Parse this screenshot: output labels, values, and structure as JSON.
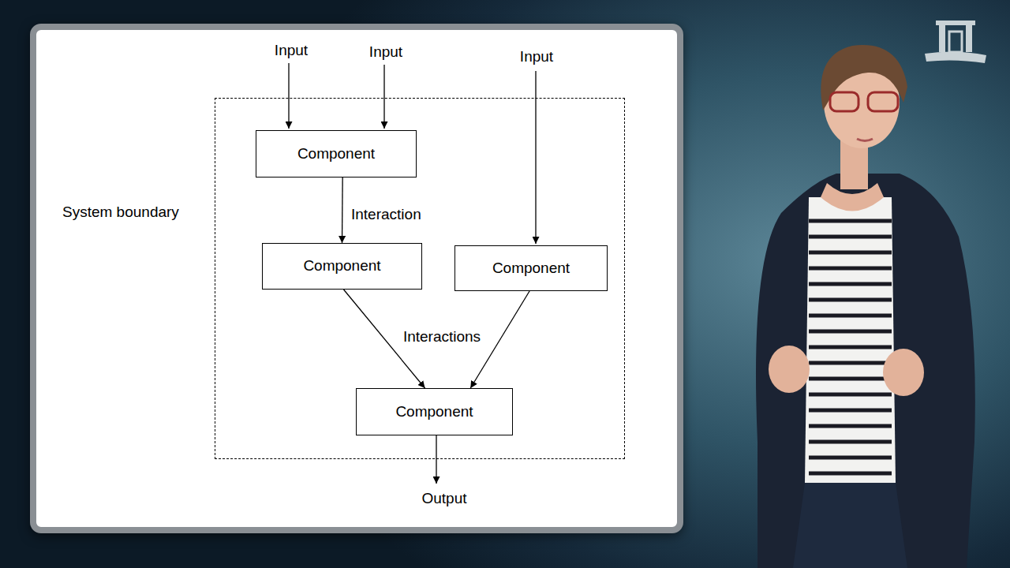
{
  "diagram": {
    "nodes": [
      {
        "text": [
          "System boundary"
        ]
      },
      {
        "text": [
          "Component"
        ],
        "in": 0
      },
      {
        "text": [
          "Component"
        ],
        "in": 0
      },
      {
        "text": [
          "Component"
        ],
        "in": 0
      },
      {
        "text": [
          "Component"
        ],
        "in": 0
      }
    ],
    "edges": [
      {
        "from": 1,
        "to": 2,
        "arrow": "to",
        "label": "Interaction"
      },
      {
        "from": 2,
        "to": 4,
        "arrow": "to",
        "label": "Interactions"
      },
      {
        "from": 3,
        "to": 4,
        "arrow": "to"
      }
    ],
    "labels": [
      "Input",
      "Input",
      "Input",
      "Output"
    ]
  }
}
